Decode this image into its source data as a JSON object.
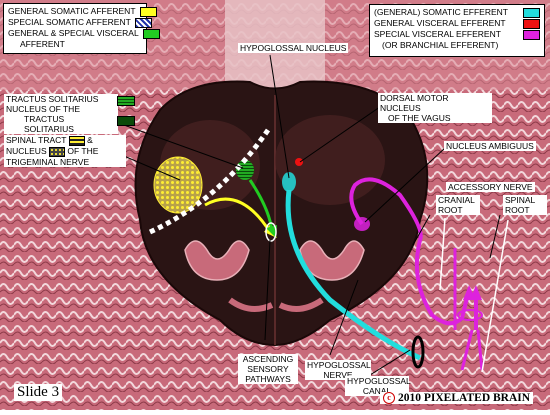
{
  "colors": {
    "general_somatic_afferent": "#ffff22",
    "special_somatic_afferent": "#2233aa",
    "general_special_visceral_afferent": "#22cc22",
    "general_somatic_efferent": "#22dddd",
    "general_visceral_efferent": "#ee1111",
    "special_visceral_efferent": "#dd22dd",
    "cerebellum": "#c86a7a",
    "medulla": "#2a1414",
    "copyright_mark": "#d00000"
  },
  "legend_left": {
    "items": [
      {
        "label": "GENERAL SOMATIC AFFERENT",
        "swatch": "solid-yellow"
      },
      {
        "label": "SPECIAL SOMATIC AFFERENT",
        "swatch": "striped-blue"
      },
      {
        "label": "GENERAL & SPECIAL VISCERAL",
        "swatch": "solid-green"
      },
      {
        "label": "AFFERENT",
        "swatch": ""
      }
    ]
  },
  "legend_right": {
    "items": [
      {
        "label": "(GENERAL) SOMATIC EFFERENT",
        "swatch": "solid-cyan"
      },
      {
        "label": "GENERAL VISCERAL EFFERENT",
        "swatch": "solid-red"
      },
      {
        "label": "SPECIAL VISCERAL EFFERENT",
        "swatch": "solid-magenta"
      },
      {
        "label": "(OR BRANCHIAL EFFERENT)",
        "swatch": ""
      }
    ]
  },
  "labels": {
    "hypoglossal_nucleus": "HYPOGLOSSAL NUCLEUS",
    "tractus_solitarius_1": "TRACTUS SOLITARIUS",
    "tractus_solitarius_2": "NUCLEUS OF THE",
    "tractus_solitarius_3": "TRACTUS SOLITARIUS",
    "spinal_tract_1": "SPINAL TRACT",
    "spinal_tract_2": "&",
    "spinal_tract_3": "NUCLEUS",
    "spinal_tract_4": "OF THE",
    "spinal_tract_5": "TRIGEMINAL NERVE",
    "dorsal_motor_1": "DORSAL MOTOR NUCLEUS",
    "dorsal_motor_2": "OF THE VAGUS",
    "nucleus_ambiguus": "NUCLEUS AMBIGUUS",
    "accessory_nerve": "ACCESSORY NERVE",
    "cranial_root_1": "CRANIAL",
    "cranial_root_2": "ROOT",
    "spinal_root_1": "SPINAL",
    "spinal_root_2": "ROOT",
    "ascending_1": "ASCENDING",
    "ascending_2": "SENSORY",
    "ascending_3": "PATHWAYS",
    "hypoglossal_nerve_1": "HYPOGLOSSAL",
    "hypoglossal_nerve_2": "NERVE",
    "hypoglossal_canal_1": "HYPOGLOSSAL",
    "hypoglossal_canal_2": "CANAL"
  },
  "footer": {
    "slide": "Slide 3",
    "copyright_symbol": "c",
    "copyright_text": "2010 PIXELATED BRAIN"
  }
}
